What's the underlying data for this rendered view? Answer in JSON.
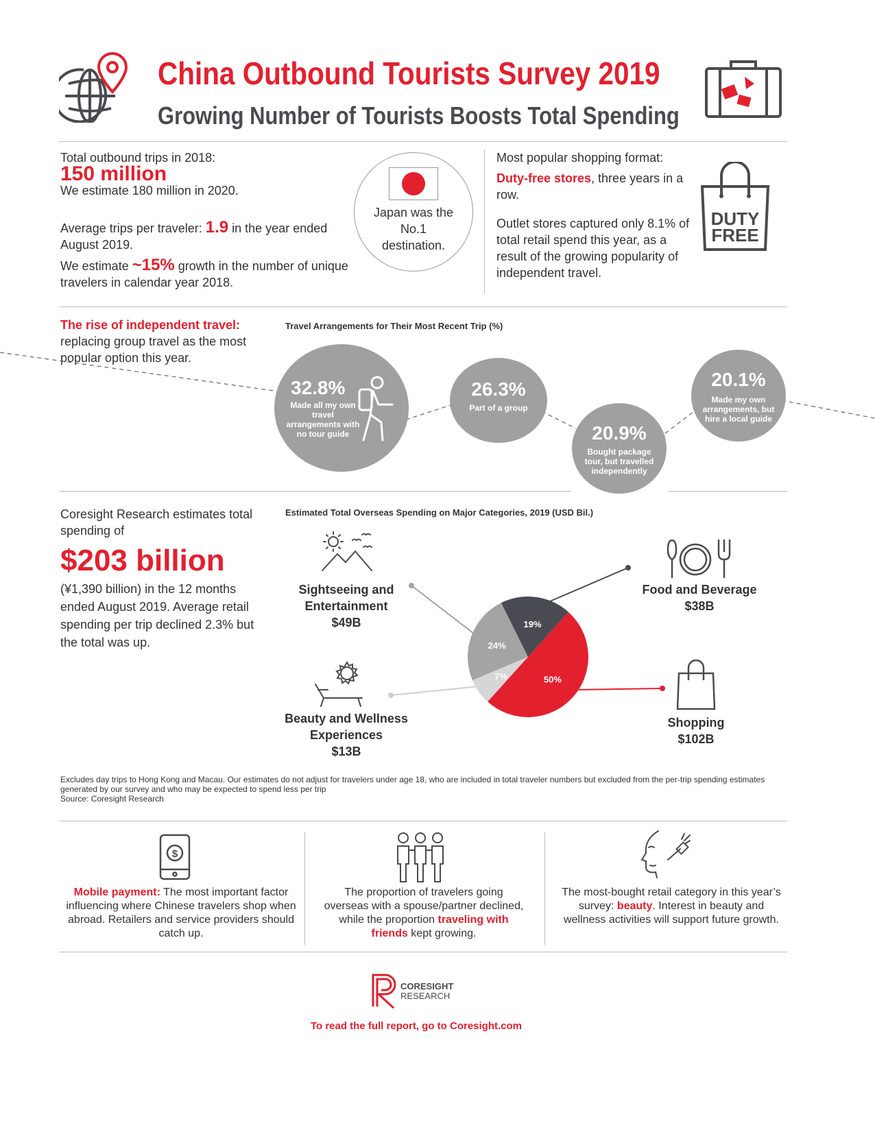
{
  "header": {
    "title": "China Outbound Tourists Survey 2019",
    "subtitle": "Growing Number of Tourists Boosts Total Spending"
  },
  "trips": {
    "label": "Total outbound trips in 2018:",
    "value": "150 million",
    "estimate": "We estimate 180 million in 2020.",
    "avg_pre": "Average trips per traveler: ",
    "avg_value": "1.9",
    "avg_post": " in the year ended August 2019.",
    "growth_pre": "We estimate ",
    "growth_value": "~15%",
    "growth_post": " growth in the number of unique travelers in calendar year 2018."
  },
  "japan": {
    "text": "Japan was the No.1 destination."
  },
  "shopping_format": {
    "label": "Most popular shopping format:",
    "highlight": "Duty-free stores",
    "rest": ", three years in a row.",
    "outlet": "Outlet stores captured only 8.1% of total retail spend this year, as a result of the growing popularity of independent travel.",
    "bag_line1": "DUTY",
    "bag_line2": "FREE"
  },
  "independent": {
    "highlight": "The rise of independent travel:",
    "rest": "replacing group travel as the most popular option this year."
  },
  "arrangements": {
    "title": "Travel Arrangements for Their Most Recent Trip (%)",
    "items": [
      {
        "pct": "32.8%",
        "label": "Made all my own travel arrangements with no tour guide"
      },
      {
        "pct": "26.3%",
        "label": "Part of a group"
      },
      {
        "pct": "20.9%",
        "label": "Bought package tour, but travelled independently"
      },
      {
        "pct": "20.1%",
        "label": "Made my own arrangements, but hire a local guide"
      }
    ]
  },
  "spending": {
    "intro": "Coresight Research estimates total spending of",
    "value": "$203 billion",
    "detail": "(¥1,390 billion) in the 12 months ended August 2019. Average retail spending per trip declined 2.3% but the total was up."
  },
  "chart_data": {
    "type": "pie",
    "title": "Estimated Total Overseas Spending on Major Categories, 2019 (USD Bil.)",
    "slices": [
      {
        "name": "Shopping",
        "amount": "$102B",
        "pct": 50,
        "label": "50%",
        "color": "#e3202e"
      },
      {
        "name": "Beauty and Wellness Experiences",
        "amount": "$13B",
        "pct": 7,
        "label": "7%",
        "color": "#d6d6d6"
      },
      {
        "name": "Sightseeing and Entertainment",
        "amount": "$49B",
        "pct": 24,
        "label": "24%",
        "color": "#a4a4a4"
      },
      {
        "name": "Food and Beverage",
        "amount": "$38B",
        "pct": 19,
        "label": "19%",
        "color": "#4a4a52"
      }
    ]
  },
  "footnote": {
    "text": "Excludes day trips to Hong Kong and Macau. Our estimates do not adjust for travelers under age 18, who are included in total traveler numbers but excluded from the per-trip spending estimates generated by our survey and who may be expected to spend less per trip",
    "source": "Source: Coresight Research"
  },
  "bottom": {
    "mobile_highlight": "Mobile payment:",
    "mobile_rest": " The most important factor influencing where Chinese travelers shop when abroad. Retailers and service providers should catch up.",
    "friends_pre": "The proportion of travelers going overseas with a spouse/partner declined, while the proportion ",
    "friends_highlight": "traveling with friends",
    "friends_post": " kept growing.",
    "beauty_pre": "The most-bought retail category in this year’s survey: ",
    "beauty_highlight": "beauty",
    "beauty_post": ". Interest in beauty and wellness activities will support future growth."
  },
  "brand": {
    "line1": "CORESIGHT",
    "line2": "RESEARCH",
    "cta": "To read the full report, go to Coresight.com"
  },
  "colors": {
    "accent": "#e3202e",
    "dark": "#4a4a52",
    "grey": "#a0a0a0"
  }
}
